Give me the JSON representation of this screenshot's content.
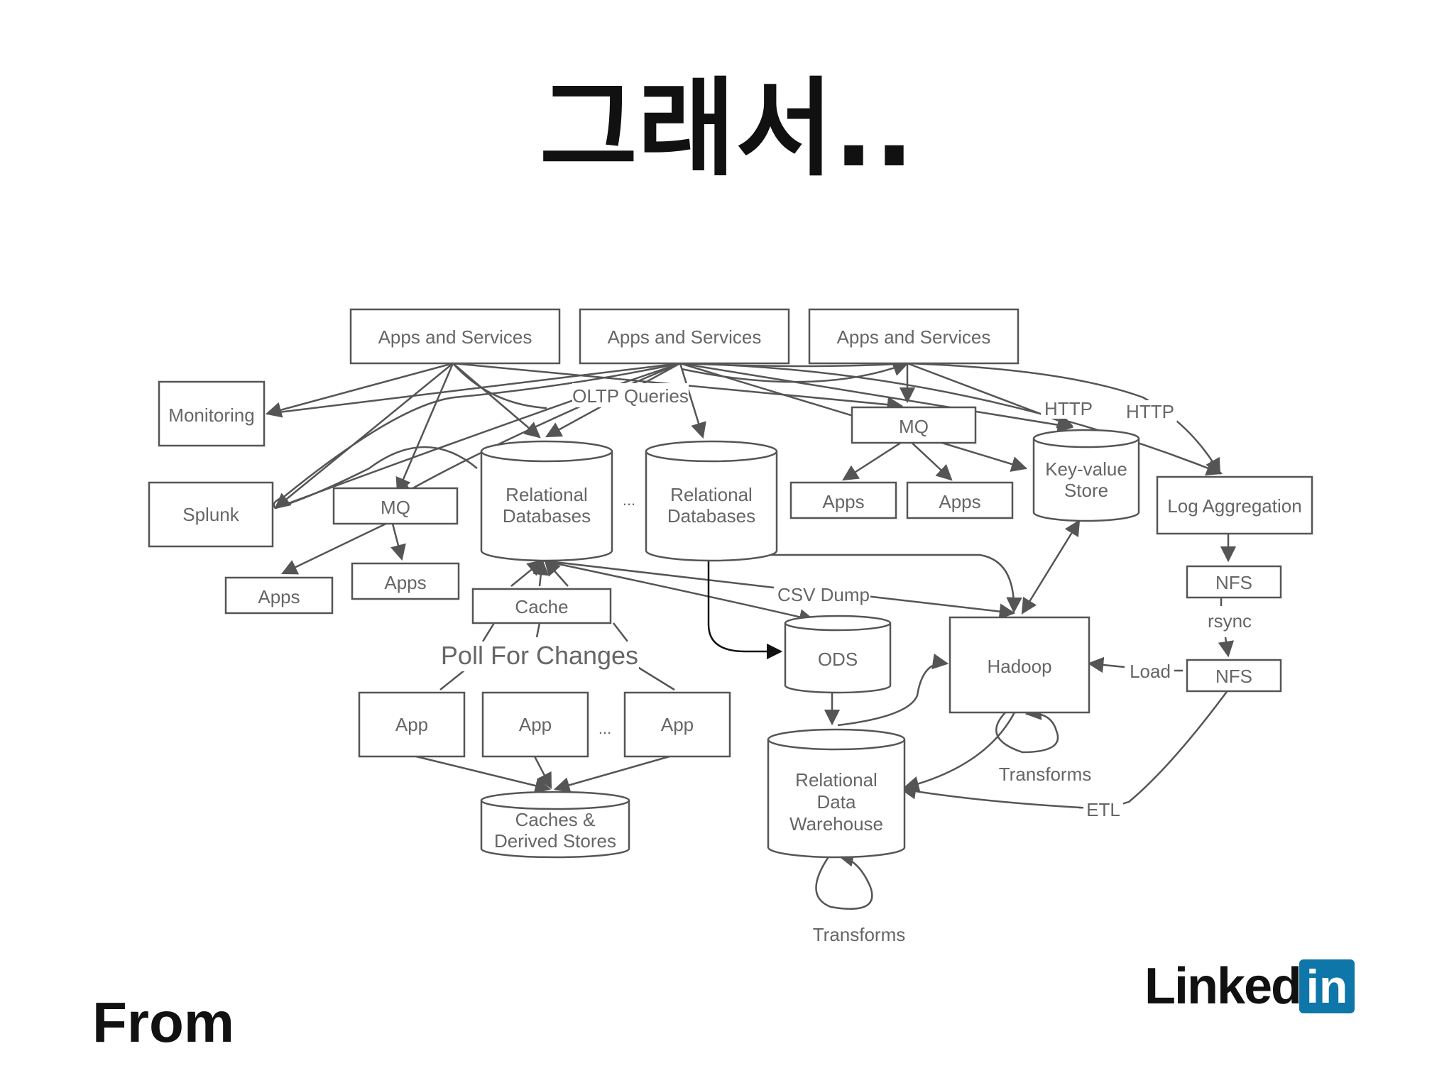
{
  "title": "그래서..",
  "from": "From",
  "logo": {
    "word": "Linked",
    "box": "in",
    "brand_color": "#0e76a8"
  },
  "diagram": {
    "nodes": {
      "apps_services_1": "Apps and Services",
      "apps_services_2": "Apps and Services",
      "apps_services_3": "Apps and Services",
      "monitoring": "Monitoring",
      "splunk": "Splunk",
      "mq_left": "MQ",
      "mq_right": "MQ",
      "apps_a": "Apps",
      "apps_b": "Apps",
      "apps_c": "Apps",
      "apps_d": "Apps",
      "reldb_1": [
        "Relational",
        "Databases"
      ],
      "reldb_2": [
        "Relational",
        "Databases"
      ],
      "ellipsis_db": "...",
      "key_value": [
        "Key-value",
        "Store"
      ],
      "log_agg": "Log Aggregation",
      "nfs_1": "NFS",
      "nfs_2": "NFS",
      "cache": "Cache",
      "app_1": "App",
      "app_2": "App",
      "app_3": "App",
      "ellipsis_app": "...",
      "caches_derived": [
        "Caches &",
        "Derived Stores"
      ],
      "ods": "ODS",
      "hadoop": "Hadoop",
      "warehouse": [
        "Relational",
        "Data",
        "Warehouse"
      ]
    },
    "labels": {
      "oltp": "OLTP Queries",
      "http_1": "HTTP",
      "http_2": "HTTP",
      "csv_dump": "CSV Dump",
      "poll": "Poll For Changes",
      "rsync": "rsync",
      "load": "Load",
      "transforms_1": "Transforms",
      "transforms_2": "Transforms",
      "etl": "ETL"
    }
  }
}
